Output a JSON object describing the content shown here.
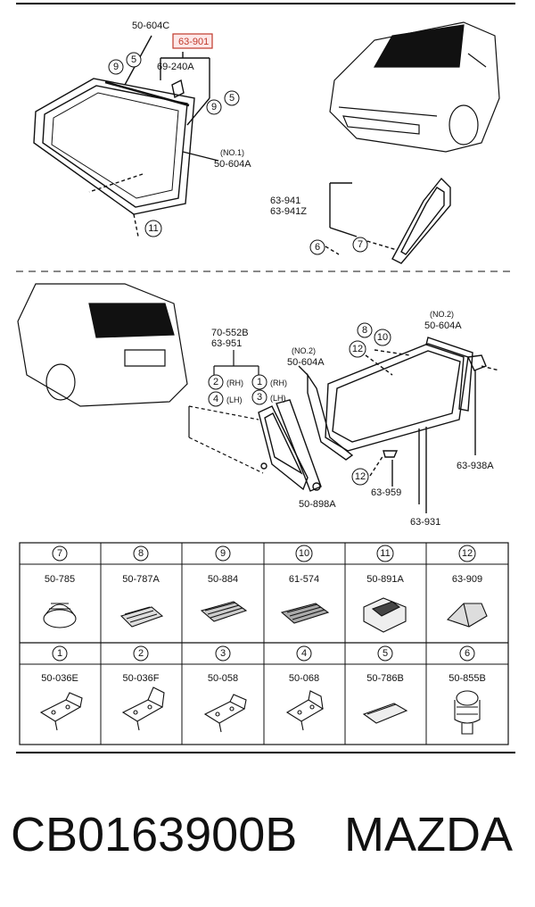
{
  "diagram": {
    "front": {
      "part_top": "50-604C",
      "part_highlight": "63-901",
      "part_clip": "69-240A",
      "weatherstrip_tag": "(NO.1)",
      "weatherstrip_part": "50-604A"
    },
    "quarter": {
      "part_a": "63-941",
      "part_b": "63-941Z"
    },
    "rear": {
      "part_a": "70-552B",
      "part_b": "63-951",
      "rh": "(RH)",
      "lh": "(LH)",
      "left_tag": "(NO.2)",
      "left_part": "50-604A",
      "right_tag": "(NO.2)",
      "right_part": "50-604A",
      "part_898": "50-898A",
      "part_959": "63-959",
      "part_931": "63-931",
      "part_938": "63-938A"
    }
  },
  "parts_table": {
    "row1": [
      {
        "num": "7",
        "part": "50-785"
      },
      {
        "num": "8",
        "part": "50-787A"
      },
      {
        "num": "9",
        "part": "50-884"
      },
      {
        "num": "10",
        "part": "61-574"
      },
      {
        "num": "11",
        "part": "50-891A"
      },
      {
        "num": "12",
        "part": "63-909"
      }
    ],
    "row2": [
      {
        "num": "1",
        "part": "50-036E"
      },
      {
        "num": "2",
        "part": "50-036F"
      },
      {
        "num": "3",
        "part": "50-058"
      },
      {
        "num": "4",
        "part": "50-068"
      },
      {
        "num": "5",
        "part": "50-786B"
      },
      {
        "num": "6",
        "part": "50-855B"
      }
    ]
  },
  "footer": {
    "part_number": "CB0163900B",
    "brand": "MAZDA"
  },
  "colors": {
    "highlight": "#c0392b",
    "highlight_fill": "#fde8e8"
  }
}
